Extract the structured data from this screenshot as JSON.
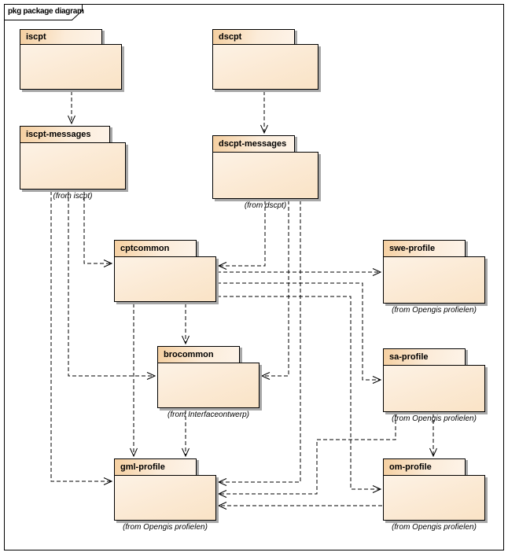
{
  "diagram": {
    "frame_label": "pkg package diagram",
    "colors": {
      "tab_gradient_start": "#f5cfa0",
      "tab_gradient_end": "#fdf3e8",
      "body_gradient_start": "#fdf2e5",
      "body_gradient_end": "#fae3c6",
      "border": "#000000",
      "shadow": "#a8a8a8",
      "background": "#ffffff"
    }
  },
  "packages": [
    {
      "id": "iscpt",
      "label": "iscpt",
      "caption": ""
    },
    {
      "id": "dscpt",
      "label": "dscpt",
      "caption": ""
    },
    {
      "id": "iscpt-messages",
      "label": "iscpt-messages",
      "caption": "(from iscpt)"
    },
    {
      "id": "dscpt-messages",
      "label": "dscpt-messages",
      "caption": "(from dscpt)"
    },
    {
      "id": "cptcommon",
      "label": "cptcommon",
      "caption": ""
    },
    {
      "id": "swe-profile",
      "label": "swe-profile",
      "caption": "(from Opengis profielen)"
    },
    {
      "id": "brocommon",
      "label": "brocommon",
      "caption": "(from Interfaceontwerp)"
    },
    {
      "id": "sa-profile",
      "label": "sa-profile",
      "caption": "(from Opengis profielen)"
    },
    {
      "id": "gml-profile",
      "label": "gml-profile",
      "caption": "(from Opengis profielen)"
    },
    {
      "id": "om-profile",
      "label": "om-profile",
      "caption": "(from Opengis profielen)"
    }
  ],
  "connections": [
    {
      "from": "iscpt",
      "to": "iscpt-messages"
    },
    {
      "from": "dscpt",
      "to": "dscpt-messages"
    },
    {
      "from": "iscpt-messages",
      "to": "cptcommon"
    },
    {
      "from": "iscpt-messages",
      "to": "brocommon"
    },
    {
      "from": "iscpt-messages",
      "to": "gml-profile"
    },
    {
      "from": "dscpt-messages",
      "to": "cptcommon"
    },
    {
      "from": "dscpt-messages",
      "to": "brocommon"
    },
    {
      "from": "dscpt-messages",
      "to": "gml-profile"
    },
    {
      "from": "cptcommon",
      "to": "swe-profile"
    },
    {
      "from": "cptcommon",
      "to": "sa-profile"
    },
    {
      "from": "cptcommon",
      "to": "om-profile"
    },
    {
      "from": "cptcommon",
      "to": "brocommon"
    },
    {
      "from": "cptcommon",
      "to": "gml-profile"
    },
    {
      "from": "brocommon",
      "to": "gml-profile"
    },
    {
      "from": "sa-profile",
      "to": "gml-profile"
    },
    {
      "from": "sa-profile",
      "to": "om-profile"
    },
    {
      "from": "om-profile",
      "to": "gml-profile"
    }
  ]
}
